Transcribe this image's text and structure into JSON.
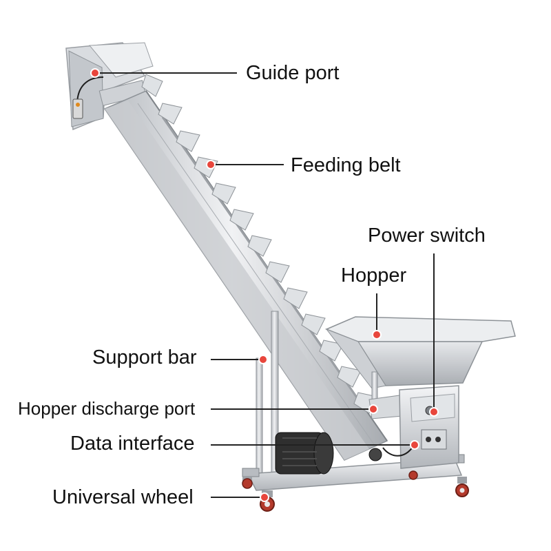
{
  "labels": {
    "guide_port": "Guide port",
    "feeding_belt": "Feeding belt",
    "power_switch": "Power switch",
    "hopper": "Hopper",
    "support_bar": "Support bar",
    "hopper_discharge_port": "Hopper discharge port",
    "data_interface": "Data interface",
    "universal_wheel": "Universal wheel"
  },
  "colors": {
    "marker": "#e8463c",
    "steel_light": "#e9ebee",
    "steel_mid": "#c4c8cd",
    "steel_dark": "#8d9297",
    "motor": "#2b2b2b",
    "leader_line": "#222222"
  }
}
